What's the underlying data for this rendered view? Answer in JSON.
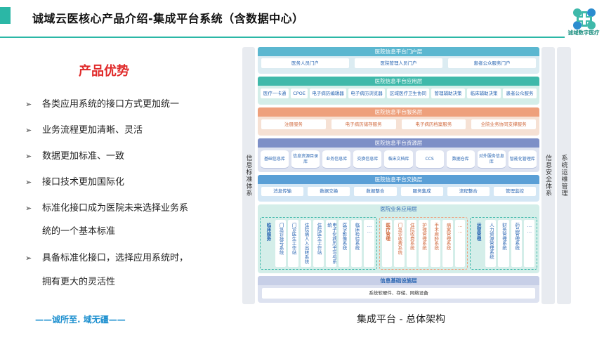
{
  "header": {
    "title": "诚域云医核心产品介绍-集成平台系统（含数据中心）",
    "logo_text": "诚域数字医疗",
    "accent": "#2bb7a6"
  },
  "advantages": {
    "title": "产品优势",
    "items": [
      "各类应用系统的接口方式更加统一",
      "业务流程更加清晰、灵活",
      "数据更加标准、一致",
      "接口技术更加国际化",
      "标准化接口成为医院未来选择业务系",
      "具备标准化接口，选择应用系统时，"
    ],
    "continuations": [
      "统的一个基本标准",
      "拥有更大的灵活性"
    ],
    "motto": "——诚所至. 域无疆——"
  },
  "diagram": {
    "left_bar": "信息标准体系",
    "right_bar1": "信息安全体系",
    "right_bar2": "系统运维管理",
    "caption": "集成平台 - 总体架构",
    "portal": {
      "title": "医院信息平台门户层",
      "items": [
        "医务人员门户",
        "医院管理人员门户",
        "患者公众服务门户"
      ]
    },
    "app": {
      "title": "医院信息平台应用层",
      "items": [
        "医疗一卡通",
        "CPOE",
        "电子病历编辑器",
        "电子病历浏览器",
        "区域医疗卫生协同",
        "管理辅助决策",
        "临床辅助决策",
        "患者公众服务"
      ]
    },
    "service": {
      "title": "医院信息平台服务层",
      "items": [
        "注册服务",
        "电子病历储存服务",
        "电子病历档案服务",
        "全院业务协同支撑服务"
      ]
    },
    "resource": {
      "title": "医院信息平台资源层",
      "items": [
        "基础信息库",
        "信息资源目录库",
        "业务信息库",
        "交换信息库",
        "临床文档库",
        "CCS",
        "数据仓库",
        "对外服务信息库",
        "智能化管理库"
      ]
    },
    "exchange": {
      "title": "医院信息平台交换层",
      "items": [
        "消息传输",
        "数据交换",
        "数据整合",
        "服务集成",
        "流程整合",
        "管理监控"
      ]
    },
    "business": {
      "title": "医院业务应用层",
      "group1": [
        "临床服务",
        "门急诊挂号系统",
        "门诊医生工作站",
        "住院病人入出转系统",
        "住院医生工作站",
        "电子化病历书写与系统",
        "医学影像系统",
        "临床检验系统",
        "……"
      ],
      "group2": [
        "医疗管理",
        "门急诊收费系统",
        "住院收费系统",
        "护理管理系统",
        "手术麻醉系统",
        "病案管理系统",
        "……"
      ],
      "group3": [
        "运营管理",
        "人力资源管理系统",
        "财务管理系统",
        "药品管理系统",
        "……"
      ]
    },
    "infra": {
      "title": "信息基础设施层",
      "text": "系统软硬件、存储、网络设备"
    }
  }
}
